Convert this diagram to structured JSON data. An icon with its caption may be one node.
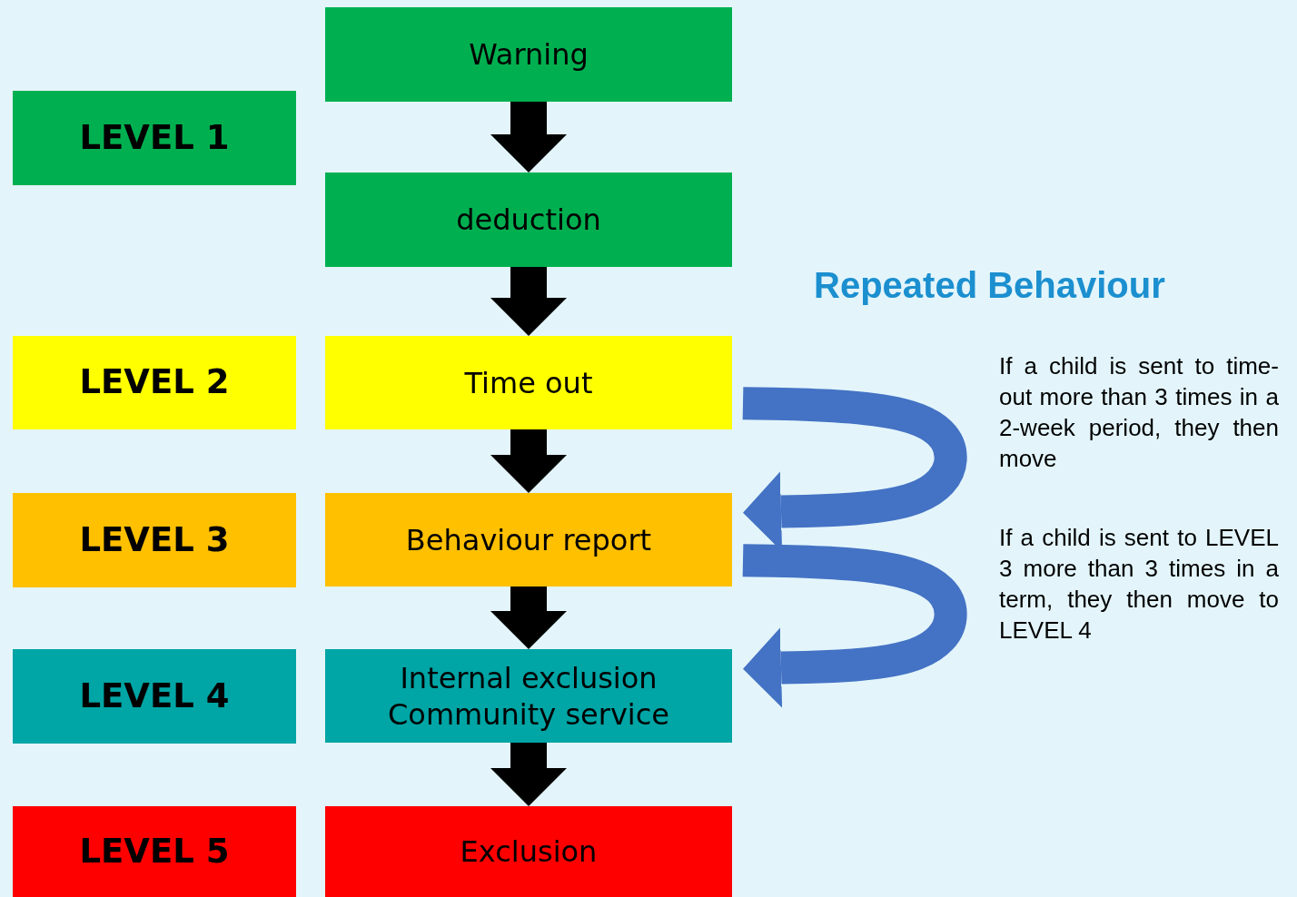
{
  "diagram": {
    "nodes": [
      {
        "text": [
          "Warning"
        ]
      },
      {
        "text": [
          "deduction"
        ]
      },
      {
        "text": [
          "Time out"
        ]
      },
      {
        "text": [
          "Behaviour report"
        ]
      },
      {
        "text": [
          "Internal exclusion",
          "Community service"
        ]
      },
      {
        "text": [
          "Exclusion"
        ]
      },
      {
        "text": [
          "LEVEL 1"
        ]
      },
      {
        "text": [
          "LEVEL 2"
        ]
      },
      {
        "text": [
          "LEVEL 3"
        ]
      },
      {
        "text": [
          "LEVEL 4"
        ]
      },
      {
        "text": [
          "LEVEL 5"
        ]
      }
    ],
    "edges": [
      {
        "from": 0,
        "to": 1,
        "arrow": "to"
      },
      {
        "from": 1,
        "to": 2,
        "arrow": "to"
      },
      {
        "from": 2,
        "to": 3,
        "arrow": "to"
      },
      {
        "from": 3,
        "to": 4,
        "arrow": "to"
      },
      {
        "from": 4,
        "to": 5,
        "arrow": "to"
      },
      {
        "from": 2,
        "to": 3,
        "arrow": "to",
        "color": "#4472c4"
      },
      {
        "from": 3,
        "to": 4,
        "arrow": "to",
        "color": "#4472c4"
      }
    ],
    "labels": [
      "Repeated Behaviour",
      "If a child is sent to time-out more than 3 times in a 2-week period, they then move",
      "If a child is sent to LEVEL 3 more than 3 times in a term, they then move to LEVEL 4"
    ]
  }
}
